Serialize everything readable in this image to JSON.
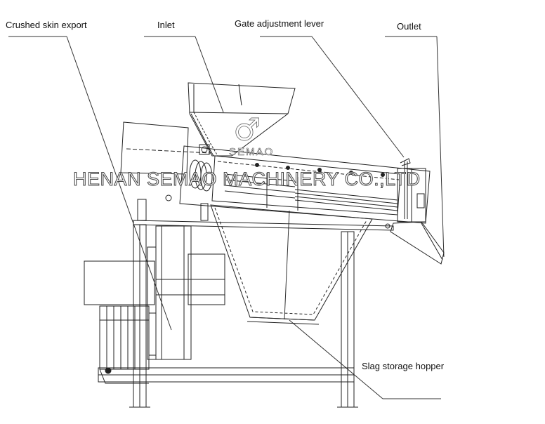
{
  "callouts": {
    "crushed_skin_export": "Crushed skin export",
    "inlet": "Inlet",
    "gate_adjustment_lever": "Gate adjustment lever",
    "outlet": "Outlet",
    "slag_storage_hopper": "Slag storage hopper"
  },
  "watermark": {
    "company": "HENAN SEMAO MACHINERY CO.,LTD",
    "brand": "SEMAO"
  },
  "colors": {
    "line": "#222222",
    "background": "#ffffff"
  }
}
